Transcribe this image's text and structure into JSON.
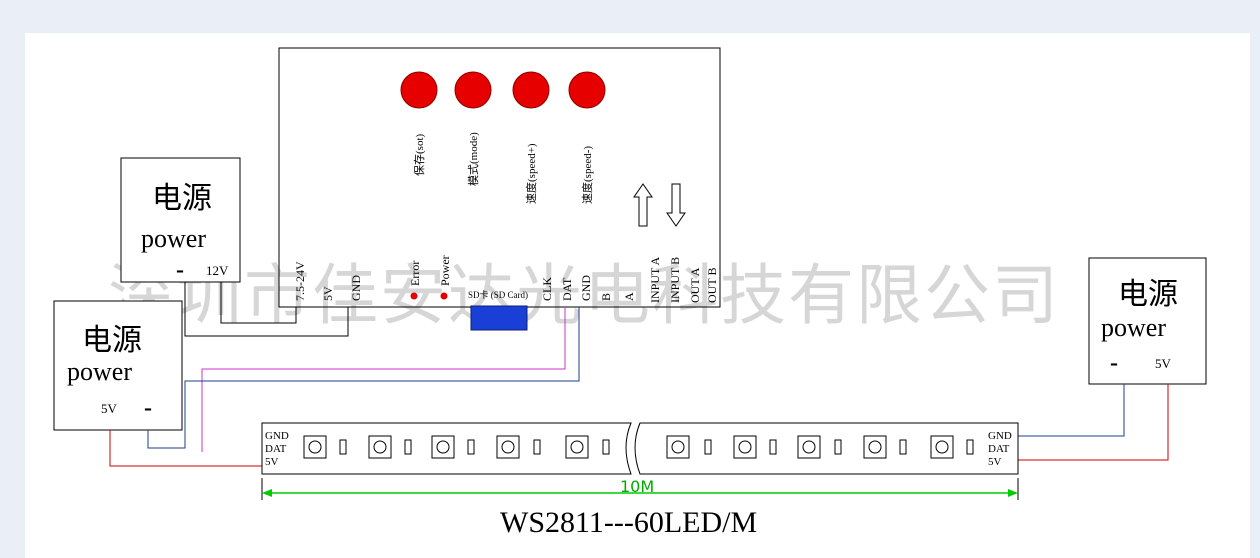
{
  "watermark": "深圳市佳安达光电科技有限公司",
  "controller": {
    "buttons": [
      {
        "label": "保存(sot)",
        "color": "#e60000"
      },
      {
        "label": "模式(mode)",
        "color": "#e60000"
      },
      {
        "label": "速度(speed+)",
        "color": "#e60000"
      },
      {
        "label": "速度(speed-)",
        "color": "#e60000"
      }
    ],
    "pins_power": [
      "7.5-24V",
      "5V",
      "GND"
    ],
    "indicators": [
      "Error",
      "Power"
    ],
    "sd_label": "SD卡 (SD Card)",
    "pins_data": [
      "CLK",
      "DAT",
      "GND",
      "B",
      "A"
    ],
    "pins_io": [
      "INPUT A",
      "INPUT B",
      "OUT A",
      "OUT B"
    ],
    "arrows": [
      "arrow-up-icon",
      "arrow-down-icon"
    ]
  },
  "power_top": {
    "title_cn": "电源",
    "title_en": "power",
    "minus": "-",
    "voltage": "12V"
  },
  "power_left": {
    "title_cn": "电源",
    "title_en": "power",
    "minus": "-",
    "voltage": "5V"
  },
  "power_right": {
    "title_cn": "电源",
    "title_en": "power",
    "minus": "-",
    "voltage": "5V"
  },
  "strip": {
    "left_pins": [
      "GND",
      "DAT",
      "5V"
    ],
    "right_pins": [
      "GND",
      "DAT",
      "5V"
    ],
    "length_label": "10M",
    "model_label": "WS2811---60LED/M"
  },
  "colors": {
    "wire_red": "#cc0000",
    "wire_blue": "#1f3c88",
    "wire_magenta": "#cc33cc",
    "dimension": "#00cc00",
    "sd_card": "#1a3fd6"
  }
}
